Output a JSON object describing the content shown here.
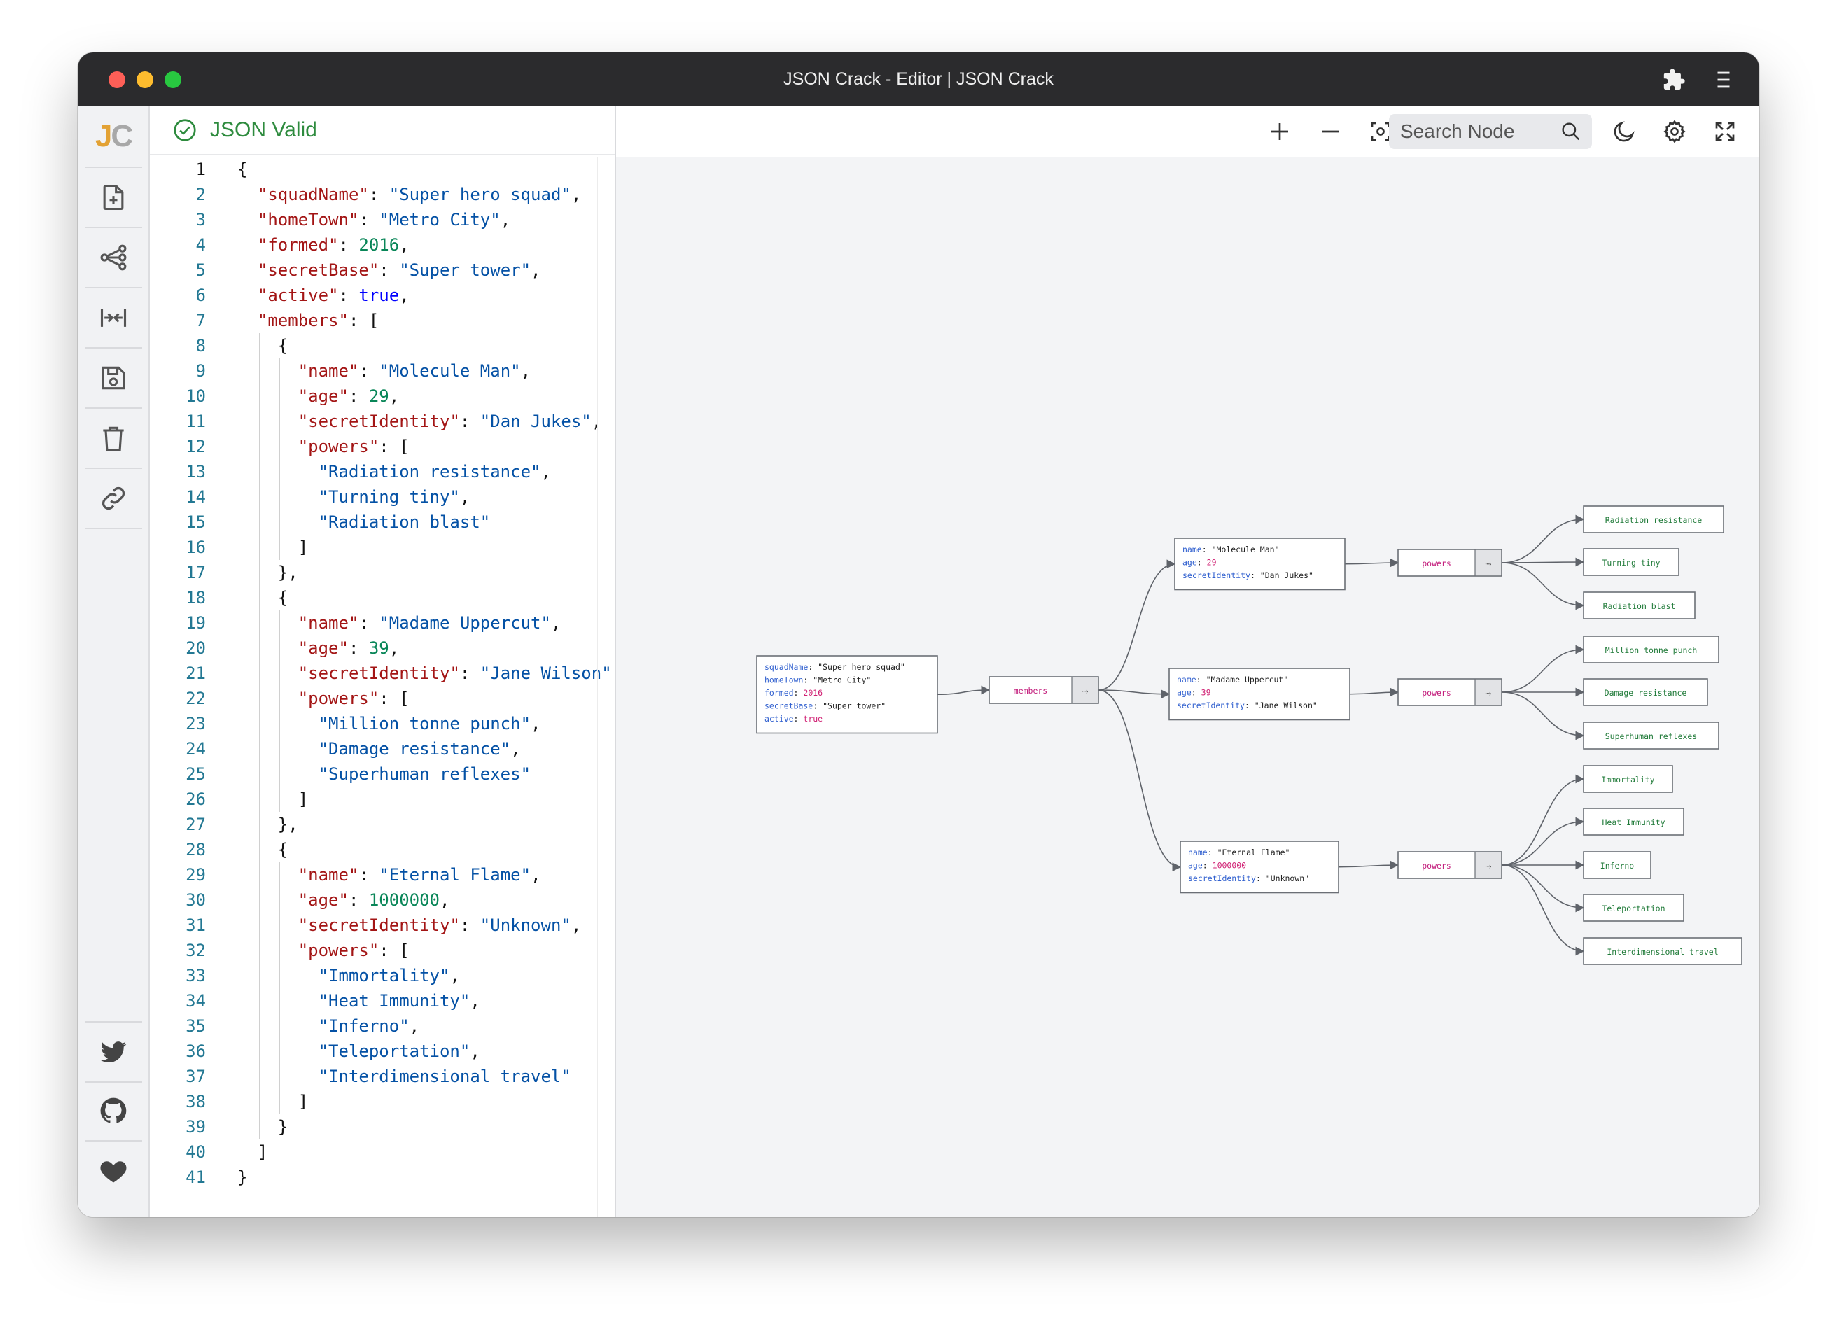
{
  "window": {
    "title": "JSON Crack - Editor | JSON Crack"
  },
  "sidebar": {
    "logo_j": "J",
    "logo_c": "C",
    "items": [
      {
        "name": "new-file",
        "icon": "file-plus-icon"
      },
      {
        "name": "visualize",
        "icon": "share-graph-icon"
      },
      {
        "name": "collapse",
        "icon": "collapse-arrows-icon"
      },
      {
        "name": "save",
        "icon": "save-icon"
      },
      {
        "name": "delete",
        "icon": "trash-icon"
      },
      {
        "name": "share-link",
        "icon": "link-icon"
      }
    ],
    "bottom": [
      {
        "name": "twitter",
        "icon": "twitter-icon"
      },
      {
        "name": "github",
        "icon": "github-icon"
      },
      {
        "name": "sponsor",
        "icon": "heart-icon"
      }
    ]
  },
  "editor": {
    "status": "JSON Valid",
    "lines": [
      [
        {
          "t": "p",
          "v": "{"
        }
      ],
      [
        {
          "t": "p",
          "v": "  "
        },
        {
          "t": "k",
          "v": "\"squadName\""
        },
        {
          "t": "p",
          "v": ": "
        },
        {
          "t": "s",
          "v": "\"Super hero squad\""
        },
        {
          "t": "p",
          "v": ","
        }
      ],
      [
        {
          "t": "p",
          "v": "  "
        },
        {
          "t": "k",
          "v": "\"homeTown\""
        },
        {
          "t": "p",
          "v": ": "
        },
        {
          "t": "s",
          "v": "\"Metro City\""
        },
        {
          "t": "p",
          "v": ","
        }
      ],
      [
        {
          "t": "p",
          "v": "  "
        },
        {
          "t": "k",
          "v": "\"formed\""
        },
        {
          "t": "p",
          "v": ": "
        },
        {
          "t": "n",
          "v": "2016"
        },
        {
          "t": "p",
          "v": ","
        }
      ],
      [
        {
          "t": "p",
          "v": "  "
        },
        {
          "t": "k",
          "v": "\"secretBase\""
        },
        {
          "t": "p",
          "v": ": "
        },
        {
          "t": "s",
          "v": "\"Super tower\""
        },
        {
          "t": "p",
          "v": ","
        }
      ],
      [
        {
          "t": "p",
          "v": "  "
        },
        {
          "t": "k",
          "v": "\"active\""
        },
        {
          "t": "p",
          "v": ": "
        },
        {
          "t": "b",
          "v": "true"
        },
        {
          "t": "p",
          "v": ","
        }
      ],
      [
        {
          "t": "p",
          "v": "  "
        },
        {
          "t": "k",
          "v": "\"members\""
        },
        {
          "t": "p",
          "v": ": ["
        }
      ],
      [
        {
          "t": "p",
          "v": "    {"
        }
      ],
      [
        {
          "t": "p",
          "v": "      "
        },
        {
          "t": "k",
          "v": "\"name\""
        },
        {
          "t": "p",
          "v": ": "
        },
        {
          "t": "s",
          "v": "\"Molecule Man\""
        },
        {
          "t": "p",
          "v": ","
        }
      ],
      [
        {
          "t": "p",
          "v": "      "
        },
        {
          "t": "k",
          "v": "\"age\""
        },
        {
          "t": "p",
          "v": ": "
        },
        {
          "t": "n",
          "v": "29"
        },
        {
          "t": "p",
          "v": ","
        }
      ],
      [
        {
          "t": "p",
          "v": "      "
        },
        {
          "t": "k",
          "v": "\"secretIdentity\""
        },
        {
          "t": "p",
          "v": ": "
        },
        {
          "t": "s",
          "v": "\"Dan Jukes\""
        },
        {
          "t": "p",
          "v": ","
        }
      ],
      [
        {
          "t": "p",
          "v": "      "
        },
        {
          "t": "k",
          "v": "\"powers\""
        },
        {
          "t": "p",
          "v": ": ["
        }
      ],
      [
        {
          "t": "p",
          "v": "        "
        },
        {
          "t": "s",
          "v": "\"Radiation resistance\""
        },
        {
          "t": "p",
          "v": ","
        }
      ],
      [
        {
          "t": "p",
          "v": "        "
        },
        {
          "t": "s",
          "v": "\"Turning tiny\""
        },
        {
          "t": "p",
          "v": ","
        }
      ],
      [
        {
          "t": "p",
          "v": "        "
        },
        {
          "t": "s",
          "v": "\"Radiation blast\""
        }
      ],
      [
        {
          "t": "p",
          "v": "      ]"
        }
      ],
      [
        {
          "t": "p",
          "v": "    },"
        }
      ],
      [
        {
          "t": "p",
          "v": "    {"
        }
      ],
      [
        {
          "t": "p",
          "v": "      "
        },
        {
          "t": "k",
          "v": "\"name\""
        },
        {
          "t": "p",
          "v": ": "
        },
        {
          "t": "s",
          "v": "\"Madame Uppercut\""
        },
        {
          "t": "p",
          "v": ","
        }
      ],
      [
        {
          "t": "p",
          "v": "      "
        },
        {
          "t": "k",
          "v": "\"age\""
        },
        {
          "t": "p",
          "v": ": "
        },
        {
          "t": "n",
          "v": "39"
        },
        {
          "t": "p",
          "v": ","
        }
      ],
      [
        {
          "t": "p",
          "v": "      "
        },
        {
          "t": "k",
          "v": "\"secretIdentity\""
        },
        {
          "t": "p",
          "v": ": "
        },
        {
          "t": "s",
          "v": "\"Jane Wilson\""
        }
      ],
      [
        {
          "t": "p",
          "v": "      "
        },
        {
          "t": "k",
          "v": "\"powers\""
        },
        {
          "t": "p",
          "v": ": ["
        }
      ],
      [
        {
          "t": "p",
          "v": "        "
        },
        {
          "t": "s",
          "v": "\"Million tonne punch\""
        },
        {
          "t": "p",
          "v": ","
        }
      ],
      [
        {
          "t": "p",
          "v": "        "
        },
        {
          "t": "s",
          "v": "\"Damage resistance\""
        },
        {
          "t": "p",
          "v": ","
        }
      ],
      [
        {
          "t": "p",
          "v": "        "
        },
        {
          "t": "s",
          "v": "\"Superhuman reflexes\""
        }
      ],
      [
        {
          "t": "p",
          "v": "      ]"
        }
      ],
      [
        {
          "t": "p",
          "v": "    },"
        }
      ],
      [
        {
          "t": "p",
          "v": "    {"
        }
      ],
      [
        {
          "t": "p",
          "v": "      "
        },
        {
          "t": "k",
          "v": "\"name\""
        },
        {
          "t": "p",
          "v": ": "
        },
        {
          "t": "s",
          "v": "\"Eternal Flame\""
        },
        {
          "t": "p",
          "v": ","
        }
      ],
      [
        {
          "t": "p",
          "v": "      "
        },
        {
          "t": "k",
          "v": "\"age\""
        },
        {
          "t": "p",
          "v": ": "
        },
        {
          "t": "n",
          "v": "1000000"
        },
        {
          "t": "p",
          "v": ","
        }
      ],
      [
        {
          "t": "p",
          "v": "      "
        },
        {
          "t": "k",
          "v": "\"secretIdentity\""
        },
        {
          "t": "p",
          "v": ": "
        },
        {
          "t": "s",
          "v": "\"Unknown\""
        },
        {
          "t": "p",
          "v": ","
        }
      ],
      [
        {
          "t": "p",
          "v": "      "
        },
        {
          "t": "k",
          "v": "\"powers\""
        },
        {
          "t": "p",
          "v": ": ["
        }
      ],
      [
        {
          "t": "p",
          "v": "        "
        },
        {
          "t": "s",
          "v": "\"Immortality\""
        },
        {
          "t": "p",
          "v": ","
        }
      ],
      [
        {
          "t": "p",
          "v": "        "
        },
        {
          "t": "s",
          "v": "\"Heat Immunity\""
        },
        {
          "t": "p",
          "v": ","
        }
      ],
      [
        {
          "t": "p",
          "v": "        "
        },
        {
          "t": "s",
          "v": "\"Inferno\""
        },
        {
          "t": "p",
          "v": ","
        }
      ],
      [
        {
          "t": "p",
          "v": "        "
        },
        {
          "t": "s",
          "v": "\"Teleportation\""
        },
        {
          "t": "p",
          "v": ","
        }
      ],
      [
        {
          "t": "p",
          "v": "        "
        },
        {
          "t": "s",
          "v": "\"Interdimensional travel\""
        }
      ],
      [
        {
          "t": "p",
          "v": "      ]"
        }
      ],
      [
        {
          "t": "p",
          "v": "    }"
        }
      ],
      [
        {
          "t": "p",
          "v": "  ]"
        }
      ],
      [
        {
          "t": "p",
          "v": "}"
        }
      ]
    ]
  },
  "toolbar": {
    "search_placeholder": "Search Node",
    "tools": [
      "zoom-in-icon",
      "zoom-out-icon",
      "focus-icon",
      "download-icon",
      "search-icon",
      "moon-icon",
      "gear-icon",
      "fullscreen-icon"
    ]
  },
  "graph": {
    "root": [
      {
        "k": "squadName",
        "v": "\"Super hero squad\"",
        "type": "string"
      },
      {
        "k": "homeTown",
        "v": "\"Metro City\"",
        "type": "string"
      },
      {
        "k": "formed",
        "v": "2016",
        "type": "number"
      },
      {
        "k": "secretBase",
        "v": "\"Super tower\"",
        "type": "string"
      },
      {
        "k": "active",
        "v": "true",
        "type": "number"
      }
    ],
    "members_label": "members",
    "powers_label": "powers",
    "collapse_glyph": "⤑",
    "members": [
      {
        "fields": [
          {
            "k": "name",
            "v": "\"Molecule Man\"",
            "type": "string"
          },
          {
            "k": "age",
            "v": "29",
            "type": "number"
          },
          {
            "k": "secretIdentity",
            "v": "\"Dan Jukes\"",
            "type": "string"
          }
        ],
        "powers": [
          "Radiation resistance",
          "Turning tiny",
          "Radiation blast"
        ]
      },
      {
        "fields": [
          {
            "k": "name",
            "v": "\"Madame Uppercut\"",
            "type": "string"
          },
          {
            "k": "age",
            "v": "39",
            "type": "number"
          },
          {
            "k": "secretIdentity",
            "v": "\"Jane Wilson\"",
            "type": "string"
          }
        ],
        "powers": [
          "Million tonne punch",
          "Damage resistance",
          "Superhuman reflexes"
        ]
      },
      {
        "fields": [
          {
            "k": "name",
            "v": "\"Eternal Flame\"",
            "type": "string"
          },
          {
            "k": "age",
            "v": "1000000",
            "type": "number"
          },
          {
            "k": "secretIdentity",
            "v": "\"Unknown\"",
            "type": "string"
          }
        ],
        "powers": [
          "Immortality",
          "Heat Immunity",
          "Inferno",
          "Teleportation",
          "Interdimensional travel"
        ]
      }
    ]
  }
}
